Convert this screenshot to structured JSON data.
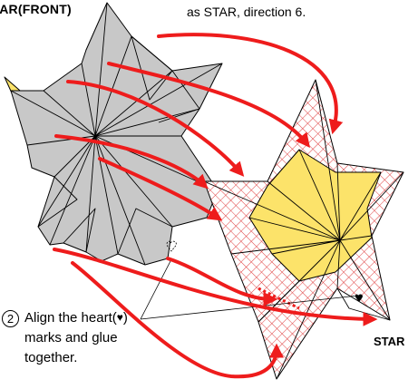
{
  "labels": {
    "front_title": "STAR(FRONT)",
    "top_note": "as STAR, direction 6.",
    "star_title": "STAR"
  },
  "instruction": {
    "number": "2",
    "line1_a": "Align the heart(",
    "heart_glyph": "♥",
    "line1_b": ")",
    "line2": "marks and glue",
    "line3": "together."
  },
  "colors": {
    "gray_piece": "#c8c8c8",
    "yellow_face": "#fce36a",
    "crosshatch": "#e04040",
    "arrow": "#ee1c1c",
    "outline": "#000000"
  },
  "icons": [
    "heart-mark-outline",
    "heart-mark-solid",
    "circled-number"
  ]
}
